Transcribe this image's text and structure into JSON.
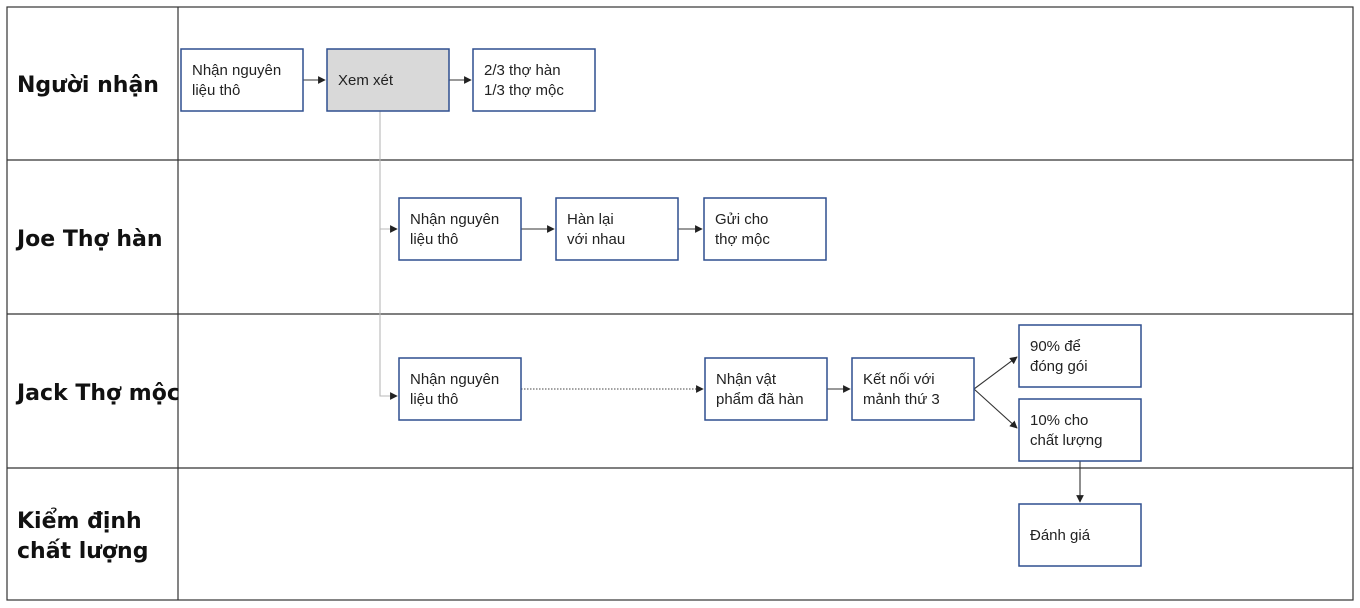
{
  "lanes": [
    {
      "id": "receiver",
      "label_lines": [
        "Người nhận"
      ]
    },
    {
      "id": "welder",
      "label_lines": [
        "Joe Thợ hàn"
      ]
    },
    {
      "id": "carpenter",
      "label_lines": [
        "Jack Thợ mộc"
      ]
    },
    {
      "id": "qa",
      "label_lines": [
        "Kiểm định",
        "chất lượng"
      ]
    }
  ],
  "nodes": [
    {
      "id": "r1",
      "lines": [
        "Nhận nguyên",
        "liệu thô"
      ],
      "highlight": false
    },
    {
      "id": "r2",
      "lines": [
        "Xem xét"
      ],
      "highlight": true
    },
    {
      "id": "r3",
      "lines": [
        "2/3 thợ hàn",
        "1/3 thợ mộc"
      ],
      "highlight": false
    },
    {
      "id": "w1",
      "lines": [
        "Nhận nguyên",
        "liệu thô"
      ],
      "highlight": false
    },
    {
      "id": "w2",
      "lines": [
        "Hàn lại",
        "với nhau"
      ],
      "highlight": false
    },
    {
      "id": "w3",
      "lines": [
        "Gửi cho",
        "thợ mộc"
      ],
      "highlight": false
    },
    {
      "id": "c1",
      "lines": [
        "Nhận nguyên",
        "liệu thô"
      ],
      "highlight": false
    },
    {
      "id": "c2",
      "lines": [
        "Nhận vật",
        "phẩm đã hàn"
      ],
      "highlight": false
    },
    {
      "id": "c3",
      "lines": [
        "Kết nối với",
        "mảnh thứ 3"
      ],
      "highlight": false
    },
    {
      "id": "c4",
      "lines": [
        "90% để",
        "đóng gói"
      ],
      "highlight": false
    },
    {
      "id": "c5",
      "lines": [
        "10% cho",
        "chất lượng"
      ],
      "highlight": false
    },
    {
      "id": "q1",
      "lines": [
        "Đánh giá"
      ],
      "highlight": false
    }
  ],
  "edges": [
    {
      "from": "r1",
      "to": "r2"
    },
    {
      "from": "r2",
      "to": "r3"
    },
    {
      "from": "r2",
      "to": "w1"
    },
    {
      "from": "r2",
      "to": "c1"
    },
    {
      "from": "w1",
      "to": "w2"
    },
    {
      "from": "w2",
      "to": "w3"
    },
    {
      "from": "c1",
      "to": "c2"
    },
    {
      "from": "c2",
      "to": "c3"
    },
    {
      "from": "c3",
      "to": "c4"
    },
    {
      "from": "c3",
      "to": "c5"
    },
    {
      "from": "c5",
      "to": "q1"
    }
  ]
}
